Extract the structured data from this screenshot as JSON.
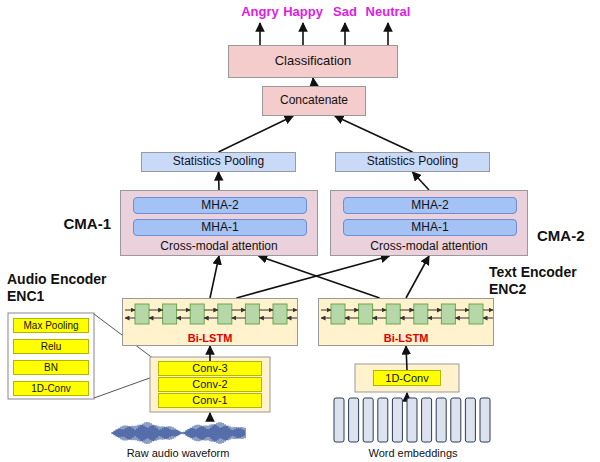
{
  "diagram": {
    "nodes": [
      {
        "text": [
          "Classification"
        ]
      },
      {
        "text": [
          "Concatenate"
        ]
      },
      {
        "text": [
          "Statistics Pooling"
        ]
      },
      {
        "text": [
          "Statistics Pooling"
        ]
      },
      {
        "text": [
          "CMA-1",
          "Cross-modal attention"
        ]
      },
      {
        "text": [
          "MHA-2"
        ],
        "in": 4
      },
      {
        "text": [
          "MHA-1"
        ],
        "in": 4
      },
      {
        "text": [
          "CMA-2",
          "Cross-modal attention"
        ]
      },
      {
        "text": [
          "MHA-2"
        ],
        "in": 7
      },
      {
        "text": [
          "MHA-1"
        ],
        "in": 7
      },
      {
        "text": [
          "Audio Encoder ENC1",
          "Bi-LSTM"
        ]
      },
      {
        "text": [
          "Text Encoder ENC2",
          "Bi-LSTM"
        ]
      },
      {
        "text": [
          "Conv-3"
        ]
      },
      {
        "text": [
          "Conv-2"
        ]
      },
      {
        "text": [
          "Conv-1"
        ]
      },
      {
        "text": [
          "Max Pooling"
        ]
      },
      {
        "text": [
          "Relu"
        ]
      },
      {
        "text": [
          "BN"
        ]
      },
      {
        "text": [
          "1D-Conv"
        ]
      },
      {
        "text": [
          "1D-Conv"
        ]
      }
    ],
    "edges": [
      {
        "from": 1,
        "to": 0,
        "arrow": "to"
      },
      {
        "from": 2,
        "to": 1,
        "arrow": "to"
      },
      {
        "from": 3,
        "to": 1,
        "arrow": "to"
      },
      {
        "from": 4,
        "to": 2,
        "arrow": "to"
      },
      {
        "from": 7,
        "to": 3,
        "arrow": "to"
      },
      {
        "from": 10,
        "to": 4,
        "arrow": "to"
      },
      {
        "from": 10,
        "to": 7,
        "arrow": "to"
      },
      {
        "from": 11,
        "to": 4,
        "arrow": "to"
      },
      {
        "from": 11,
        "to": 7,
        "arrow": "to"
      },
      {
        "from": 12,
        "to": 10,
        "arrow": "to"
      },
      {
        "from": 19,
        "to": 11,
        "arrow": "to"
      }
    ],
    "labels": [
      "Angry",
      "Happy",
      "Sad",
      "Neutral",
      "Raw audio waveform",
      "Word embeddings"
    ]
  }
}
